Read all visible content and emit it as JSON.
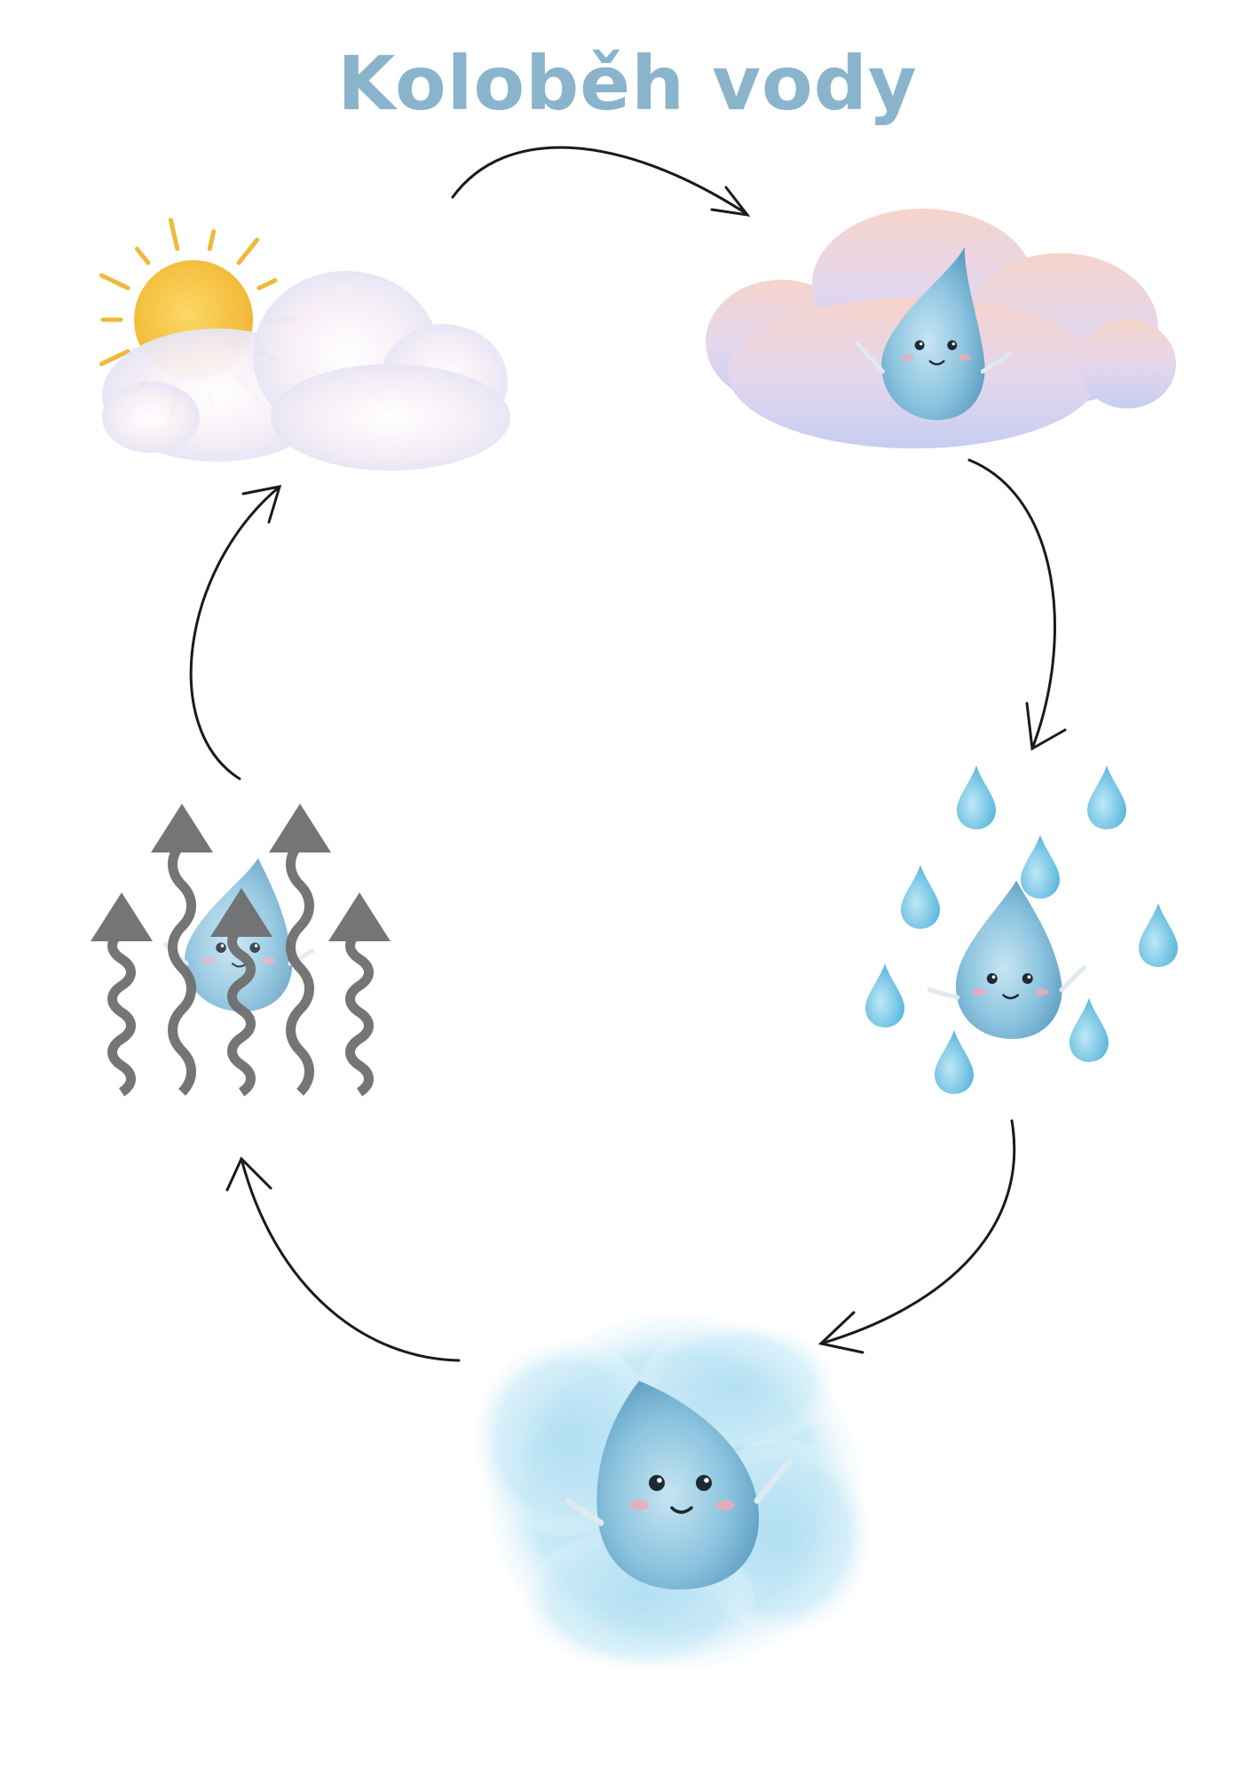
{
  "title": {
    "text": "Koloběh vody",
    "color": "#8AB4CC"
  },
  "colors": {
    "arrow_stroke": "#1a1a1a",
    "sun": "#F4C542",
    "sun_rays": "#F0B93A",
    "cloud_pink": "#F6D5CF",
    "cloud_lavender": "#CFD3F2",
    "drop_fill": "#8CC4DF",
    "drop_dark": "#5FA2C6",
    "rain_drop": "#7EC9E6",
    "water_pool": "#BDE3F3",
    "evaporation_arrows": "#6E6E6E",
    "cheek": "#F2A7B6"
  },
  "stages": [
    {
      "id": "sun-cloud",
      "icon": "sun-behind-cloud-icon"
    },
    {
      "id": "cloud",
      "icon": "cloud-with-drop-icon"
    },
    {
      "id": "rain",
      "icon": "rain-drops-icon"
    },
    {
      "id": "water",
      "icon": "water-puddle-icon"
    },
    {
      "id": "evaporation",
      "icon": "evaporation-arrows-icon"
    }
  ]
}
